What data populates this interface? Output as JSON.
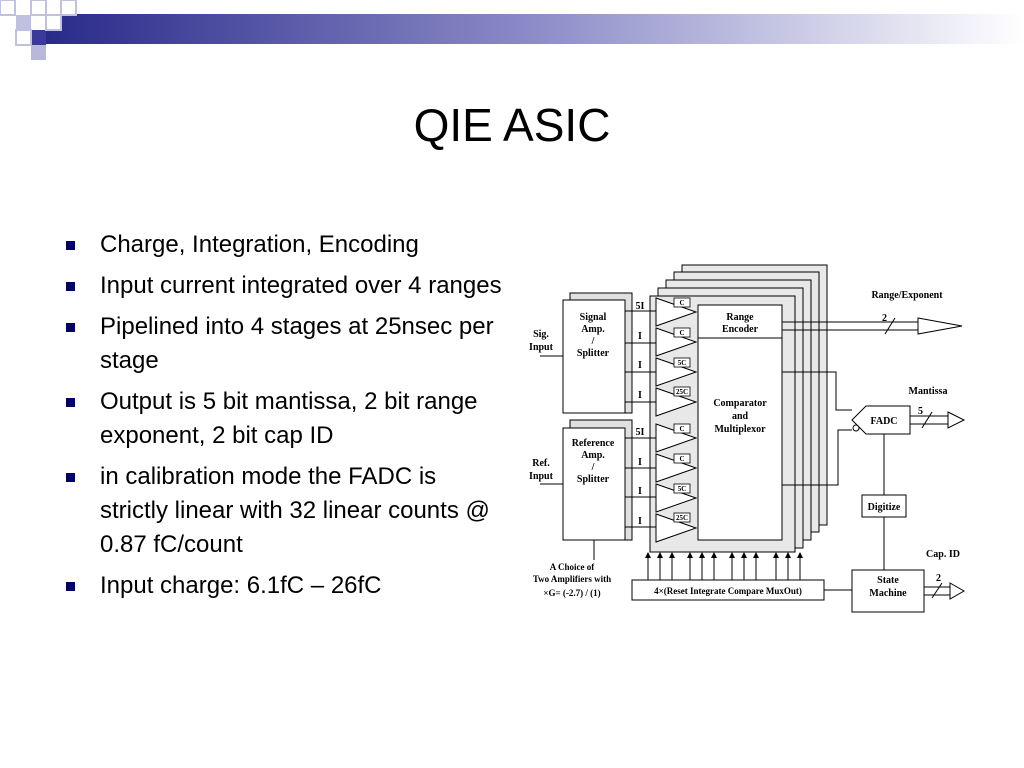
{
  "slide": {
    "title": "QIE ASIC",
    "bullets": [
      "Charge, Integration, Encoding",
      "Input current integrated over 4 ranges",
      "Pipelined into 4 stages at 25nsec per stage",
      "Output is 5 bit mantissa, 2 bit range exponent, 2 bit cap ID",
      "in calibration mode the FADC is strictly linear with 32 linear counts @ 0.87 fC/count",
      "Input charge: 6.1fC – 26fC"
    ],
    "accent_color": "#000066"
  },
  "diagram": {
    "signal_amp": [
      "Signal",
      "Amp.",
      "/",
      "Splitter"
    ],
    "reference_amp": [
      "Reference",
      "Amp.",
      "/",
      "Splitter"
    ],
    "sig_input": [
      "Sig.",
      "Input"
    ],
    "ref_input": [
      "Ref.",
      "Input"
    ],
    "range_labels": [
      "5I",
      "I",
      "I",
      "I",
      "5I",
      "I",
      "I",
      "I"
    ],
    "cap_labels": [
      "C",
      "C",
      "5C",
      "25C",
      "C",
      "C",
      "5C",
      "25C"
    ],
    "range_encoder": [
      "Range",
      "Encoder"
    ],
    "comparator": [
      "Comparator",
      "and",
      "Multiplexor"
    ],
    "range_exponent_label": "Range/Exponent",
    "range_exponent_bits": "2",
    "mantissa_label": "Mantissa",
    "mantissa_bits": "5",
    "fadc": "FADC",
    "digitize": "Digitize",
    "cap_id_label": "Cap. ID",
    "cap_id_bits": "2",
    "state_machine": [
      "State",
      "Machine"
    ],
    "control_label": "4×(Reset Integrate Compare MuxOut)",
    "amp_choice": [
      "A Choice of",
      "Two Amplifiers with",
      "×G= (-2.7) / (1)"
    ]
  }
}
